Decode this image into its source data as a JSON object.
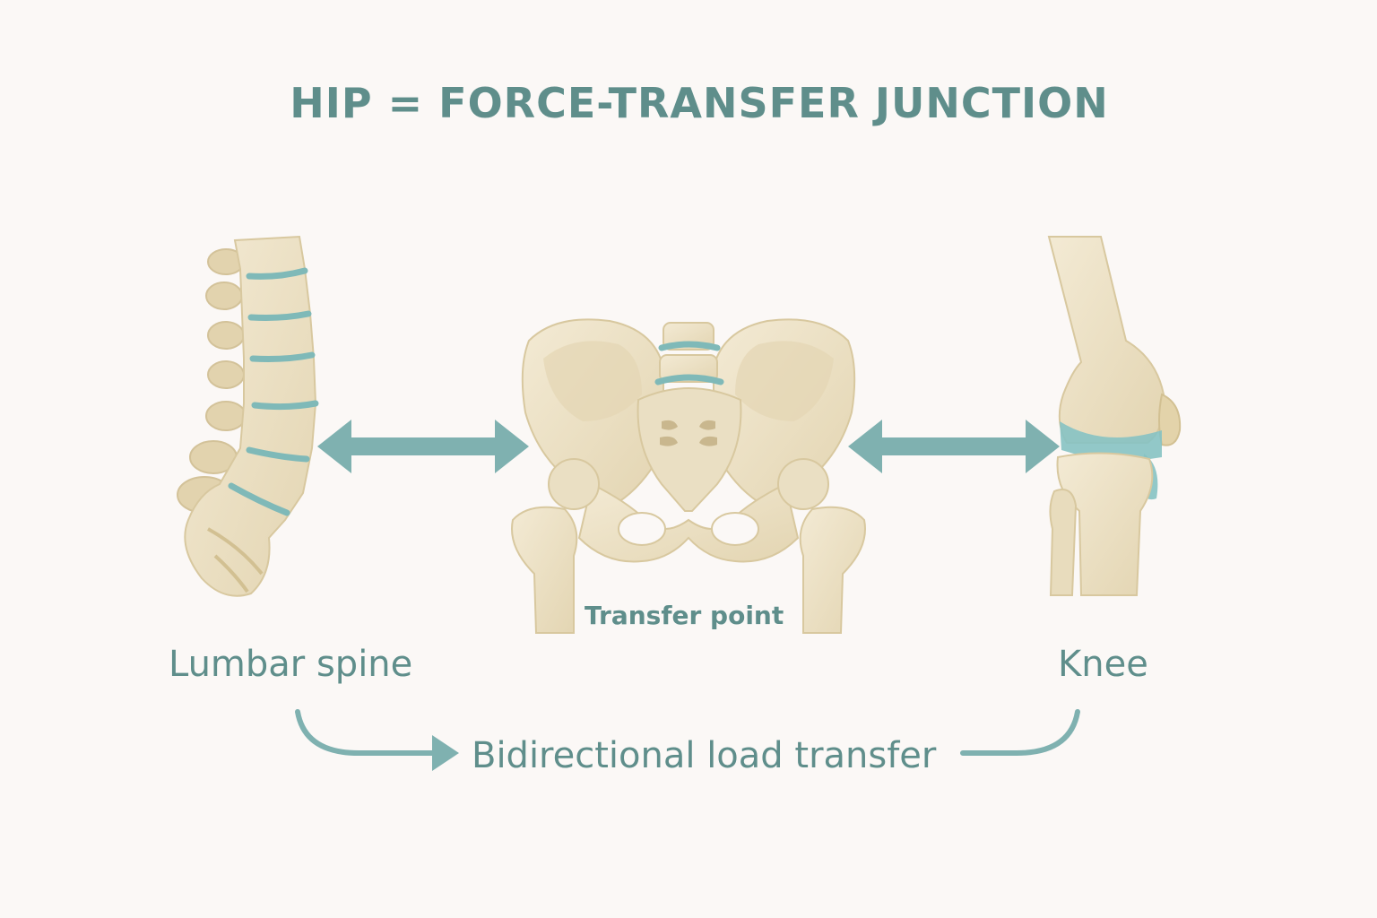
{
  "title": "HIP = FORCE-TRANSFER JUNCTION",
  "labels": {
    "lumbar_spine": "Lumbar spine",
    "knee": "Knee",
    "transfer_point": "Transfer point",
    "bidirectional": "Bidirectional load transfer"
  },
  "colors": {
    "background": "#fbf8f6",
    "accent": "#5f8e8b",
    "arrow": "#7fb1b0",
    "bone": "#ede2c6",
    "bone_shadow": "#d9caa3",
    "cartilage": "#86c2c3"
  }
}
